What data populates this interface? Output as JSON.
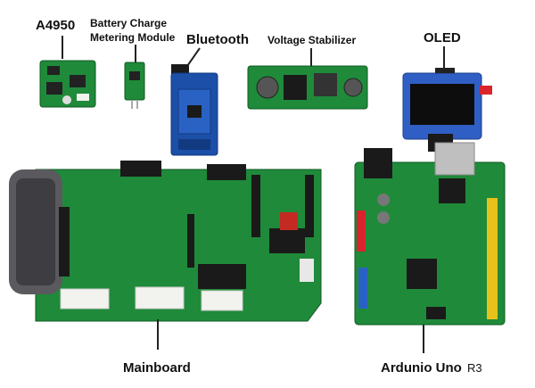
{
  "labels": {
    "a4950": "A4950",
    "battery": "Battery Charge\nMetering Module",
    "bluetooth": "Bluetooth",
    "voltage": "Voltage Stabilizer",
    "oled": "OLED",
    "mainboard": "Mainboard",
    "arduino": "Ardunio Uno",
    "arduino_suffix": "R3"
  },
  "colors": {
    "pcb_green": "#1f8a3a",
    "pcb_dark": "#16702e",
    "bt_blue": "#1c4fa8",
    "oled_blue": "#2f5fc4",
    "header_black": "#1a1a1a",
    "connector_white": "#f2f2ee",
    "gamepad_gray": "#5a5a5e"
  }
}
